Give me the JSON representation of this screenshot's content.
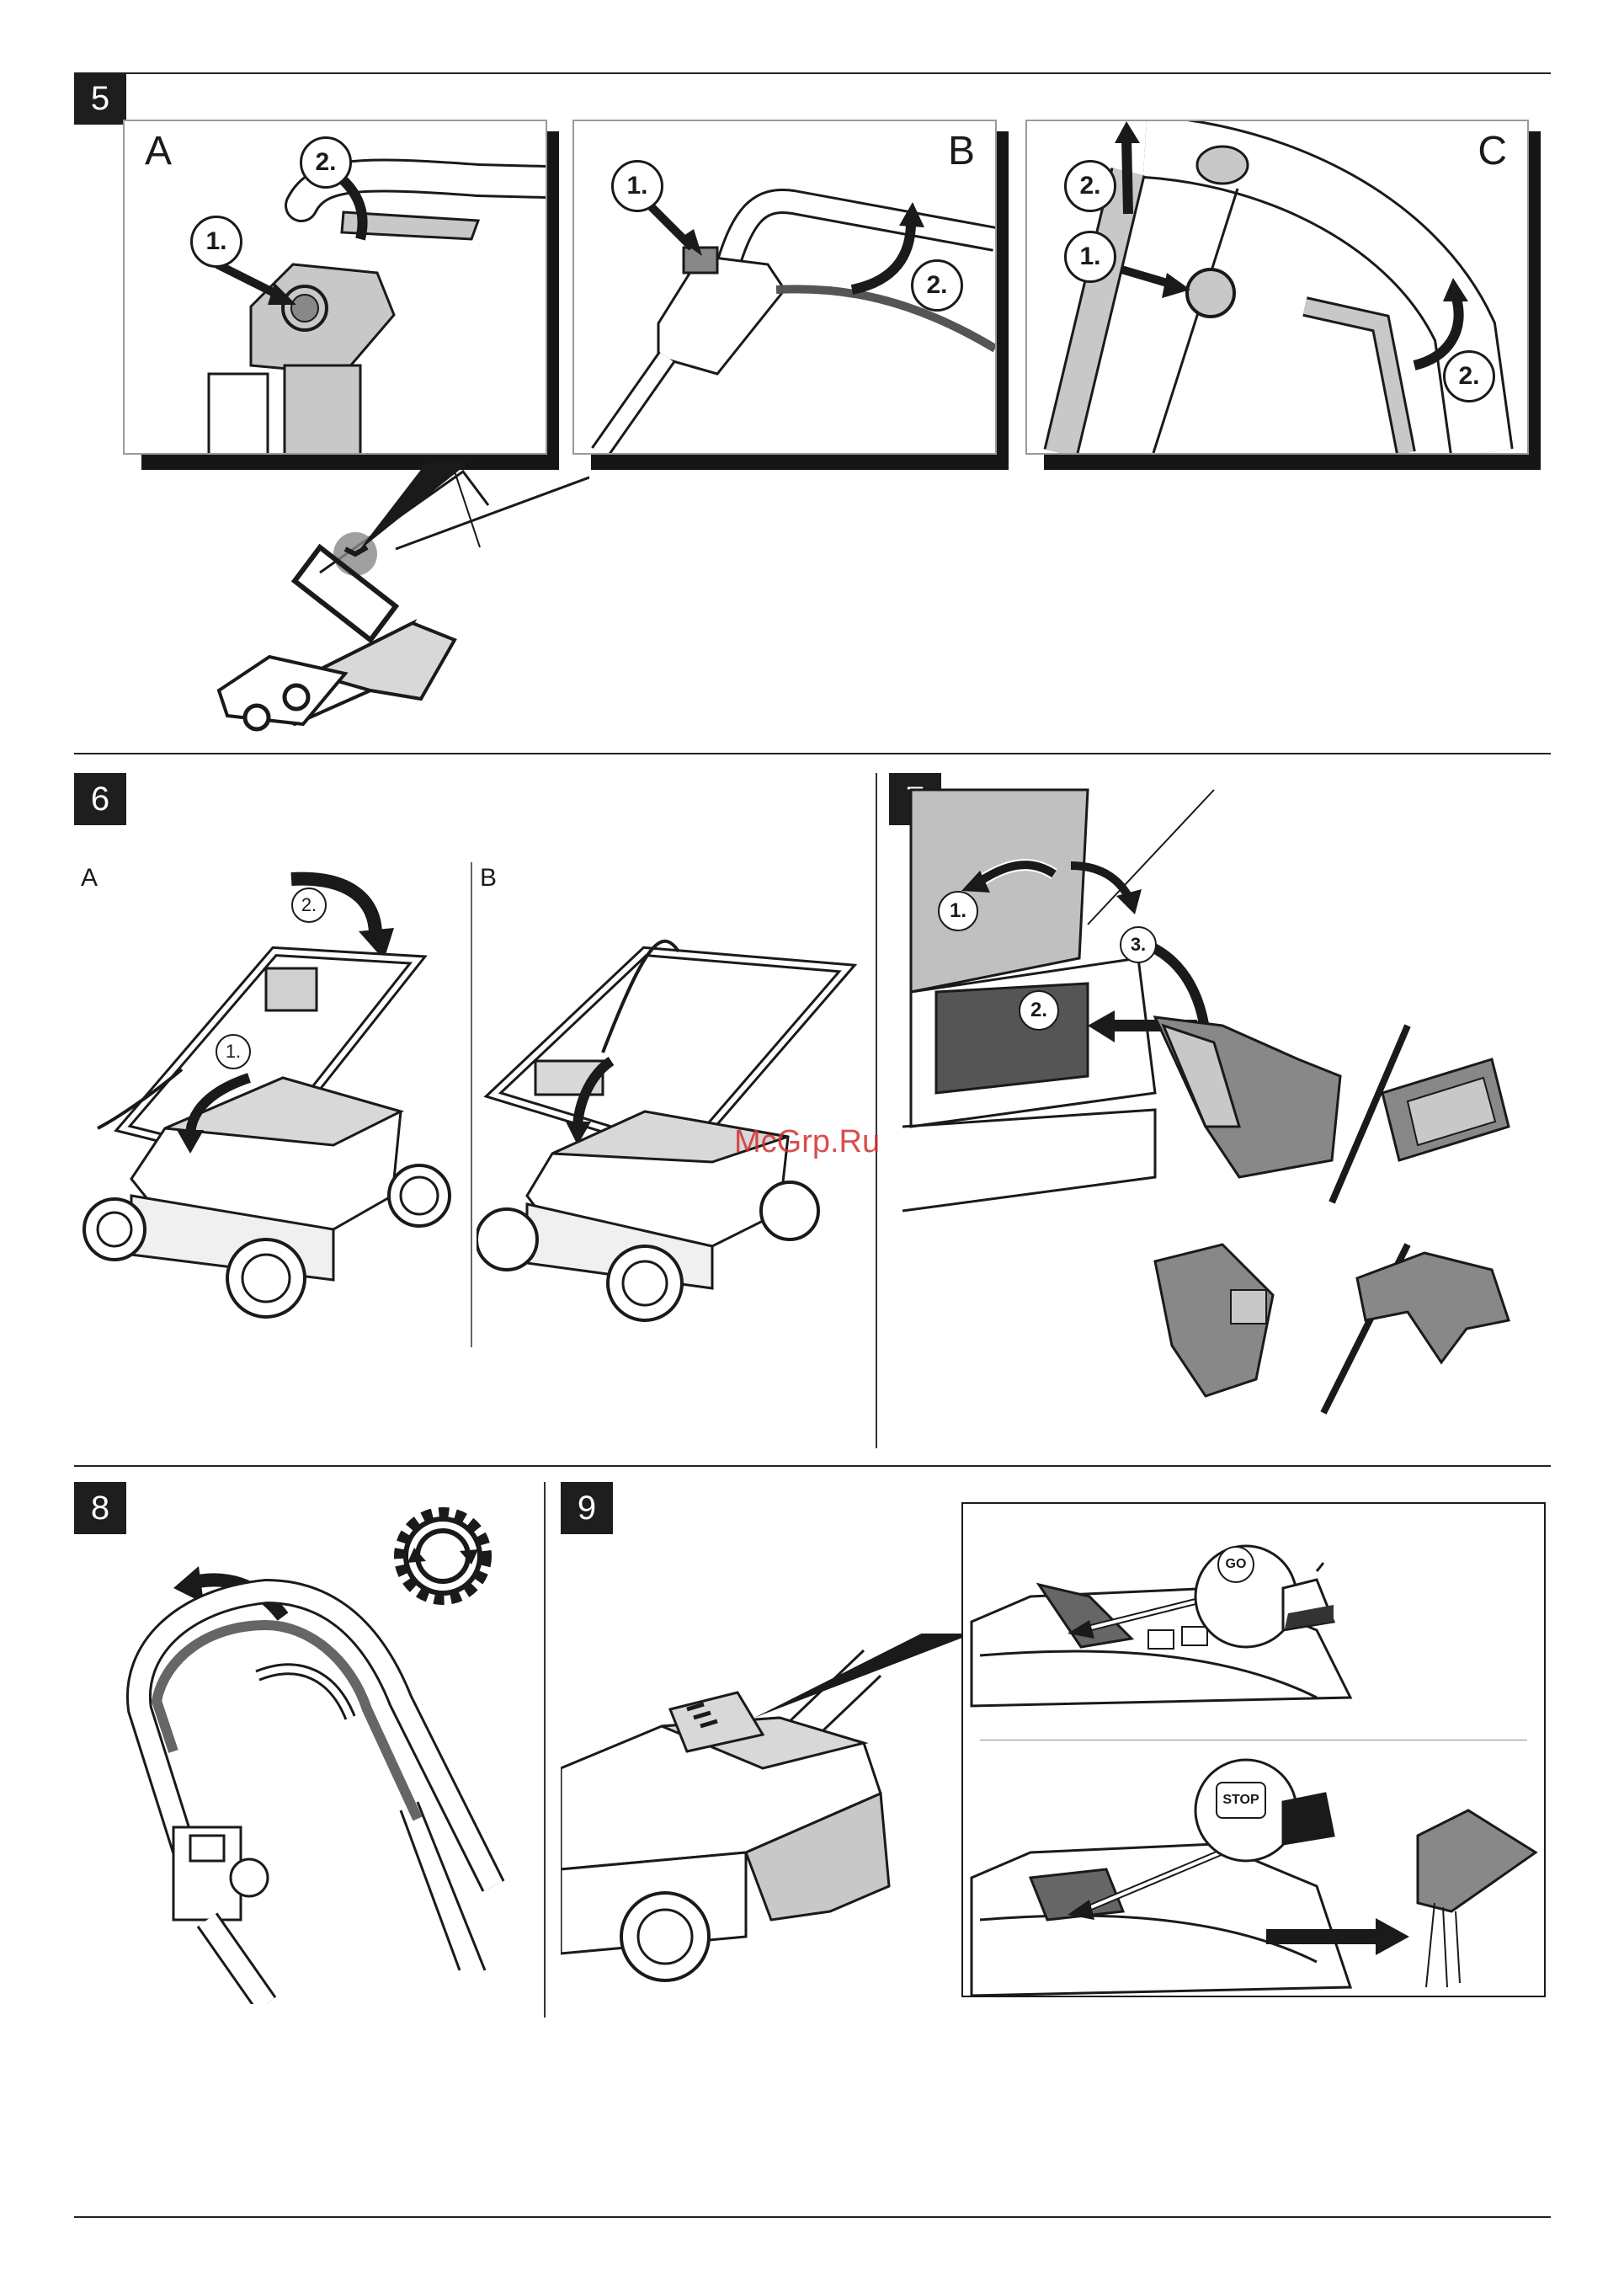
{
  "sections": {
    "s5": {
      "number": "5",
      "panels": {
        "a": "A",
        "b": "B",
        "c": "C"
      }
    },
    "s6": {
      "number": "6",
      "panels": {
        "a": "A",
        "b": "B"
      }
    },
    "s7": {
      "number": "7"
    },
    "s8": {
      "number": "8"
    },
    "s9": {
      "number": "9"
    }
  },
  "steps": {
    "one": "1.",
    "two": "2.",
    "three": "3."
  },
  "indicators": {
    "go": "GO",
    "stop": "STOP"
  },
  "watermark": "McGrp.Ru",
  "colors": {
    "ink": "#1a1a1a",
    "grey_fill": "#c8c8c8",
    "dark_fill": "#4a4a4a",
    "accent_watermark": "#d33030"
  },
  "icons": {
    "gear_rotation": "gear-rotate-icon",
    "curved_arrow": "curved-arrow-icon",
    "straight_arrow": "straight-arrow-icon"
  }
}
